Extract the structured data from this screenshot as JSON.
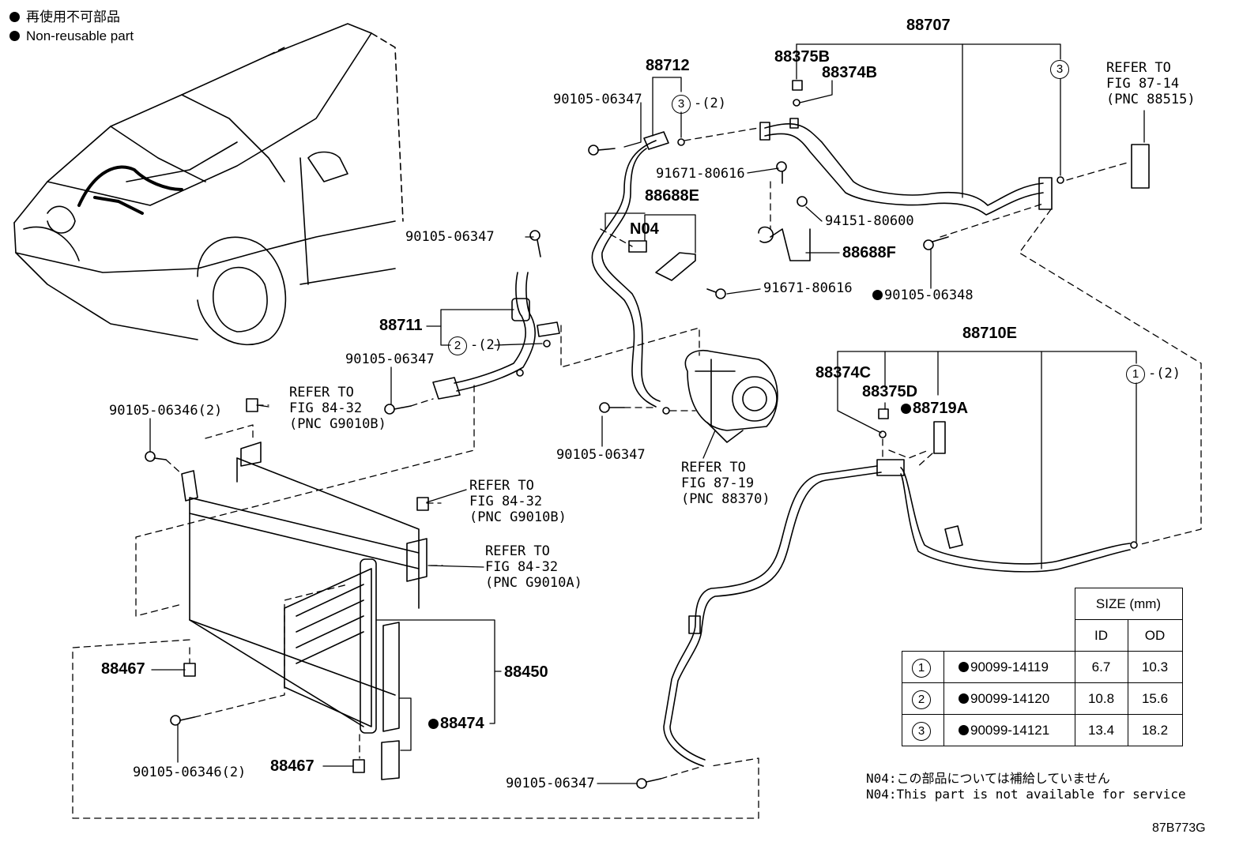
{
  "legend": {
    "ja": "再使用不可部品",
    "en": "Non-reusable part"
  },
  "parts": {
    "p88707": "88707",
    "p88375B": "88375B",
    "p88374B": "88374B",
    "p88712": "88712",
    "b90105_a": "90105-06347",
    "c3a": "3",
    "c3a_qty": "-(2)",
    "c3b": "3",
    "refer1": "REFER TO",
    "fig1": "FIG 87-14",
    "pnc1": "(PNC 88515)",
    "p91671a": "91671-80616",
    "p88688E": "88688E",
    "pN04": "N04",
    "p94151": "94151-80600",
    "p88688F": "88688F",
    "p91671b": "91671-80616",
    "p90105_06348": "90105-06348",
    "b90105_b": "90105-06347",
    "p88711": "88711",
    "c2": "2",
    "c2_qty": "-(2)",
    "b90105_c": "90105-06347",
    "p88710E": "88710E",
    "p88374C": "88374C",
    "p88375D": "88375D",
    "p88719A": "88719A",
    "c1": "1",
    "c1_qty": "-(2)",
    "b90105_06346a": "90105-06346(2)",
    "refer2": "REFER TO",
    "fig2": "FIG 84-32",
    "pnc2": "(PNC G9010B)",
    "b90105_d": "90105-06347",
    "refer3": "REFER TO",
    "fig3": "FIG 87-19",
    "pnc3": "(PNC 88370)",
    "refer4": "REFER TO",
    "fig4": "FIG 84-32",
    "pnc4": "(PNC G9010B)",
    "refer5": "REFER TO",
    "fig5": "FIG 84-32",
    "pnc5": "(PNC G9010A)",
    "p88467a": "88467",
    "p88450": "88450",
    "p88474": "88474",
    "p88467b": "88467",
    "b90105_06346b": "90105-06346(2)",
    "b90105_e": "90105-06347"
  },
  "size_table": {
    "header": "SIZE (mm)",
    "col_id": "ID",
    "col_od": "OD",
    "rows": [
      {
        "num": "1",
        "part": "90099-14119",
        "id": "6.7",
        "od": "10.3"
      },
      {
        "num": "2",
        "part": "90099-14120",
        "id": "10.8",
        "od": "15.6"
      },
      {
        "num": "3",
        "part": "90099-14121",
        "id": "13.4",
        "od": "18.2"
      }
    ]
  },
  "notes": {
    "ja": "N04:この部品については補給していません",
    "en": "N04:This part is not available for service"
  },
  "figure_code": "87B773G"
}
